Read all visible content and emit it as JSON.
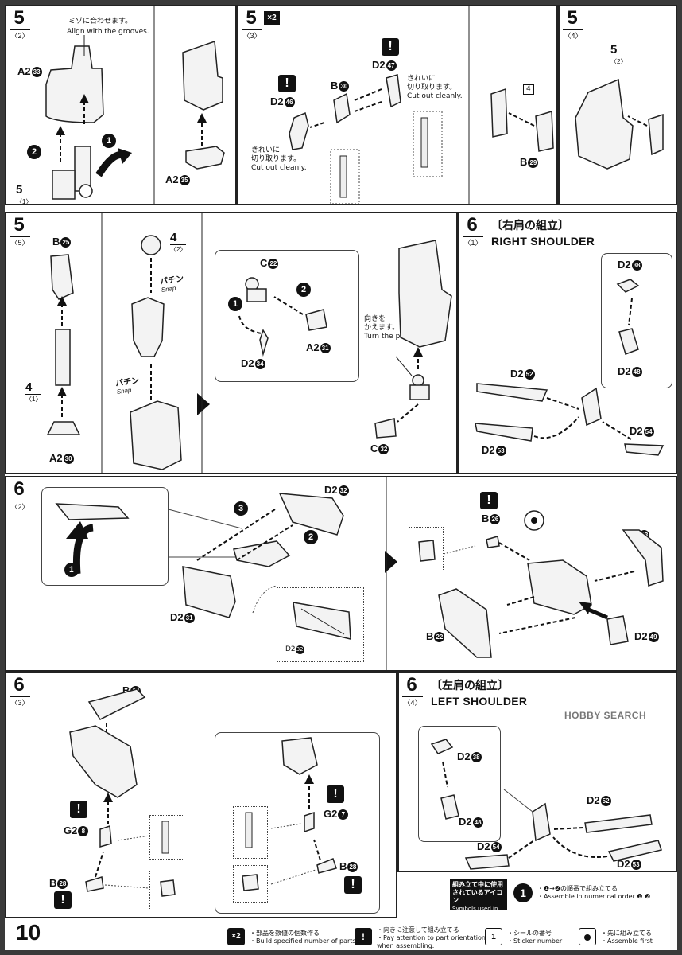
{
  "page_number": "10",
  "panels": {
    "p5_2": {
      "step": "5",
      "sub": "〈2〉",
      "note_jp": "ミゾに合わせます。",
      "note_en": "Align with the grooves.",
      "part_a2_33": "A2",
      "n33": "33",
      "part_a2_35": "A2",
      "n35": "35",
      "ref_step": "5",
      "ref_sub": "〈1〉"
    },
    "p5_3": {
      "step": "5",
      "sub": "〈3〉",
      "multiplier": "×2",
      "b30": "B",
      "n30": "30",
      "d2_46": "D2",
      "n46": "46",
      "d2_47": "D2",
      "n47": "47",
      "cut_jp_1": "きれいに",
      "cut_jp_2": "切り取ります。",
      "cut_en": "Cut out cleanly.",
      "cut2_jp_1": "きれいに",
      "cut2_jp_2": "切り取ります。",
      "cut2_en": "Cut out cleanly."
    },
    "p5_3b": {
      "b29": "B",
      "n29": "29",
      "sticker_no": "4"
    },
    "p5_4": {
      "step": "5",
      "sub": "〈4〉",
      "ref_step": "5",
      "ref_sub": "〈2〉"
    },
    "p5_5": {
      "step": "5",
      "sub": "〈5〉",
      "b25": "B",
      "n25": "25",
      "a2_30": "A2",
      "n30": "30",
      "ref4a": "4",
      "ref4a_sub": "〈1〉",
      "ref4b": "4",
      "ref4b_sub": "〈2〉",
      "snap_jp": "パチン",
      "snap_en": "Snap",
      "snap2_jp": "パチン",
      "snap2_en": "Snap",
      "c22": "C",
      "n22": "22",
      "a2_31": "A2",
      "n31": "31",
      "d2_34": "D2",
      "n34": "34",
      "turn_jp_1": "向きを",
      "turn_jp_2": "かえます。",
      "turn_en": "Turn the part.",
      "c32": "C",
      "n32": "32"
    },
    "p6_1": {
      "step": "6",
      "sub": "〈1〉",
      "title_jp": "〔右肩の組立〕",
      "title_en": "RIGHT SHOULDER",
      "d2_38": "D2",
      "n38": "38",
      "d2_48": "D2",
      "n48": "48",
      "d2_52": "D2",
      "n52": "52",
      "d2_53": "D2",
      "n53": "53",
      "d2_54": "D2",
      "n54": "54"
    },
    "p6_2": {
      "step": "6",
      "sub": "〈2〉",
      "d2_32": "D2",
      "n32": "32",
      "d2_31": "D2",
      "n31": "31",
      "d2_32b": "D2",
      "n32b": "32",
      "b26": "B",
      "n26": "26",
      "b23": "B",
      "n23": "23",
      "b22": "B",
      "n22": "22",
      "d2_49": "D2",
      "n49": "49"
    },
    "p6_3": {
      "step": "6",
      "sub": "〈3〉",
      "b24": "B",
      "n24": "24",
      "g2_8": "G2",
      "n8": "8",
      "b28": "B",
      "n28": "28",
      "g2_7": "G2",
      "n7": "7",
      "b28b": "B",
      "n28b": "28"
    },
    "p6_4": {
      "step": "6",
      "sub": "〈4〉",
      "title_jp": "〔左肩の組立〕",
      "title_en": "LEFT SHOULDER",
      "d2_38": "D2",
      "n38": "38",
      "d2_48": "D2",
      "n48": "48",
      "d2_52": "D2",
      "n52": "52",
      "d2_53": "D2",
      "n53": "53",
      "d2_54": "D2",
      "n54": "54"
    }
  },
  "legend": {
    "head_jp_1": "組み立て中に使用",
    "head_jp_2": "されているアイコン",
    "head_en": "Symbols used in instructions",
    "order_jp": "・❶→❷の順番で組み立てる",
    "order_en": "・Assemble in numerical order ❶ ❷",
    "x2_icon": "×2",
    "x2_jp": "・部品を数値の個数作る",
    "x2_en": "・Build specified number of parts.",
    "warn_jp": "・向きに注意して組み立てる",
    "warn_en_1": "・Pay attention to part orientation",
    "warn_en_2": "when assembling.",
    "sticker_icon": "1",
    "sticker_jp": "・シールの番号",
    "sticker_en": "・Sticker number",
    "first_jp": "・先に組み立てる",
    "first_en": "・Assemble first"
  },
  "watermark": "HOBBY SEARCH"
}
